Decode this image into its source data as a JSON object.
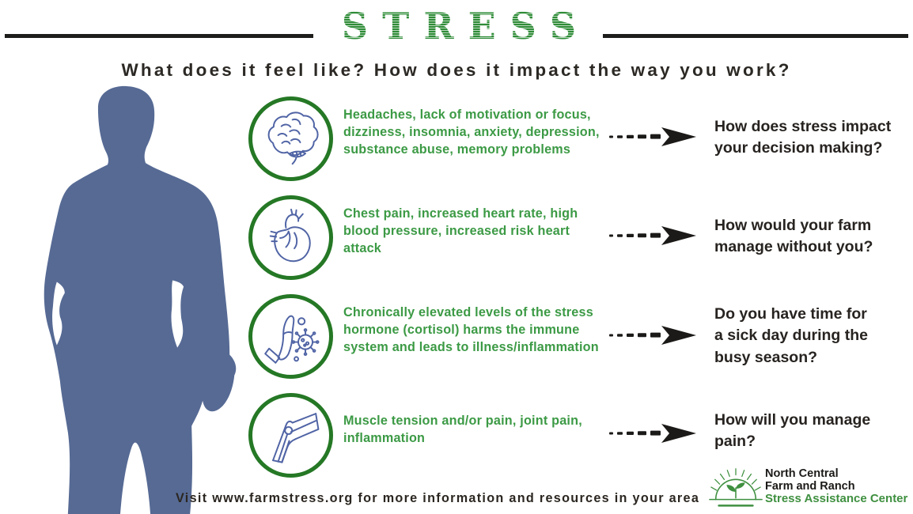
{
  "title": "STRESS",
  "subtitle": "What does it feel like? How does it impact the way you work?",
  "rows": [
    {
      "icon": "brain-icon",
      "symptoms": "Headaches, lack of motivation or focus,\ndizziness, insomnia, anxiety, depression,\nsubstance abuse, memory problems",
      "question": "How does stress impact\nyour decision making?"
    },
    {
      "icon": "heart-icon",
      "symptoms": "Chest pain, increased heart rate, high\nblood pressure, increased risk heart\nattack",
      "question": "How would your farm\nmanage without you?"
    },
    {
      "icon": "immune-defense-icon",
      "symptoms": "Chronically elevated levels of the stress\nhormone (cortisol) harms the immune\nsystem and leads to illness/inflammation",
      "question": "Do you have time for\na sick day during the\nbusy season?"
    },
    {
      "icon": "knee-joint-icon",
      "symptoms": "Muscle tension and/or pain, joint pain,\ninflammation",
      "question": "How will you manage\npain?"
    }
  ],
  "footer": {
    "note": "Visit www.farmstress.org for more information and resources in your area"
  },
  "logo": {
    "line1": "North Central",
    "line2": "Farm and Ranch",
    "line3": "Stress Assistance Center"
  },
  "colors": {
    "green_dark": "#257825",
    "green_text": "#3c9a45",
    "green_title": "#3f9a48",
    "green_logo": "#3f9040",
    "icon_stroke": "#5064a5",
    "silhouette_blue": "#566a94",
    "text_ink": "#272320",
    "rule_black": "#1d1d1b"
  }
}
